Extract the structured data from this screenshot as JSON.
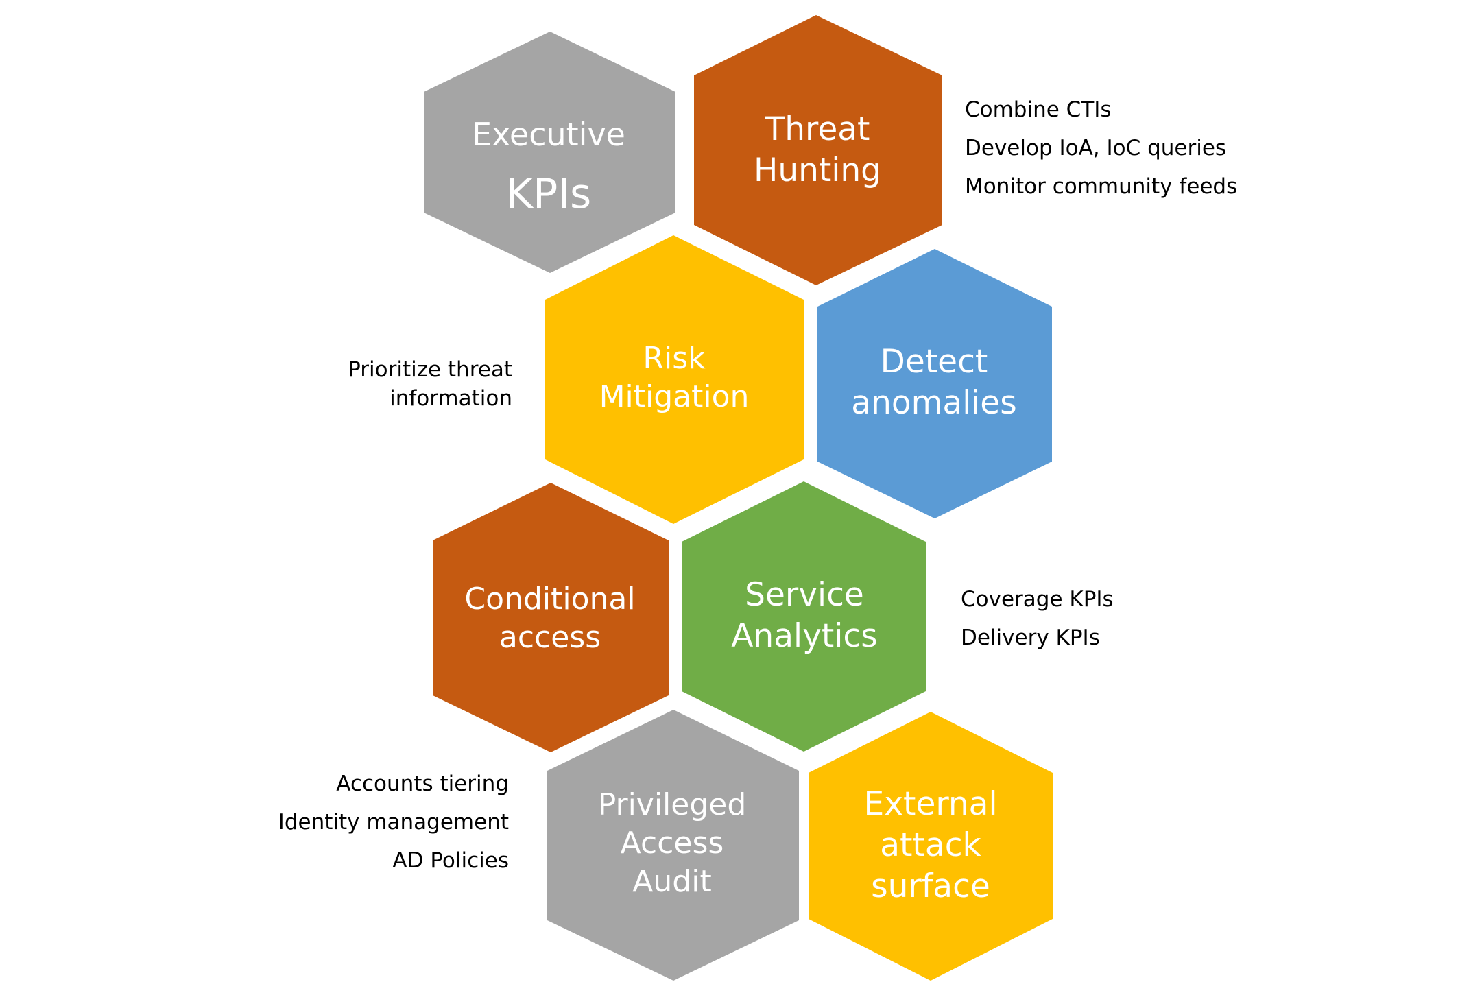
{
  "hexagons": [
    {
      "id": "executive-kpis",
      "lines": [
        "Executive",
        "KPIs"
      ],
      "color": "#A5A5A5"
    },
    {
      "id": "threat-hunting",
      "lines": [
        "Threat",
        "Hunting"
      ],
      "color": "#C55A11"
    },
    {
      "id": "risk-mitigation",
      "lines": [
        "Risk",
        "Mitigation"
      ],
      "color": "#FFC000"
    },
    {
      "id": "detect-anomalies",
      "lines": [
        "Detect",
        "anomalies"
      ],
      "color": "#5B9BD5"
    },
    {
      "id": "conditional-access",
      "lines": [
        "Conditional",
        "access"
      ],
      "color": "#C55A11"
    },
    {
      "id": "service-analytics",
      "lines": [
        "Service",
        "Analytics"
      ],
      "color": "#70AD47"
    },
    {
      "id": "privileged-access-audit",
      "lines": [
        "Privileged",
        "Access",
        "Audit"
      ],
      "color": "#A5A5A5"
    },
    {
      "id": "external-attack-surface",
      "lines": [
        "External",
        "attack",
        "surface"
      ],
      "color": "#FFC000"
    }
  ],
  "notes": {
    "threat_hunting": [
      "Combine CTIs",
      "Develop IoA, IoC queries",
      "Monitor community feeds"
    ],
    "risk_mitigation": [
      "Prioritize threat",
      "information"
    ],
    "service_analytics": [
      "Coverage KPIs",
      "Delivery KPIs"
    ],
    "privileged_access": [
      "Accounts tiering",
      "Identity management",
      "AD Policies"
    ]
  }
}
